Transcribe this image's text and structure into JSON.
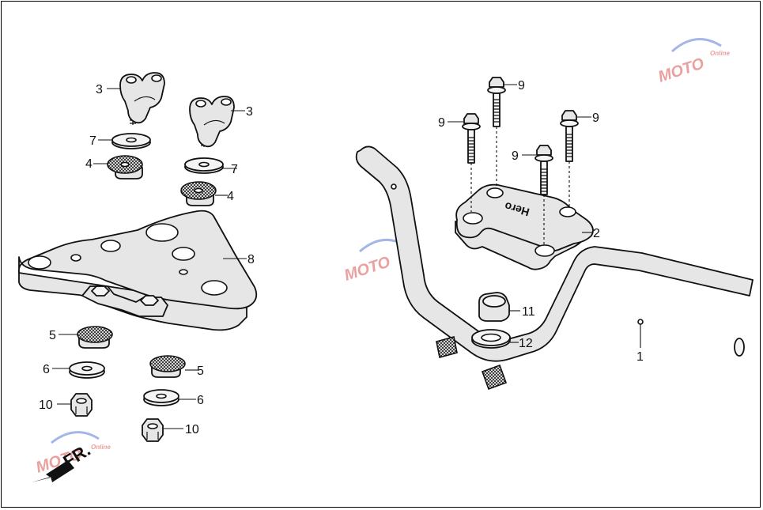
{
  "diagram": {
    "labels": [
      "1",
      "2",
      "3",
      "3",
      "4",
      "4",
      "5",
      "5",
      "6",
      "6",
      "7",
      "7",
      "8",
      "9",
      "9",
      "9",
      "9",
      "10",
      "10",
      "11",
      "12"
    ],
    "logo_text": "Hero",
    "direction_text": "FR.",
    "watermark_text": "MOTO",
    "watermark_sub": "Online",
    "colors": {
      "line": "#111111",
      "fill": "#e6e6e6",
      "watermark_red": "#d9534f",
      "watermark_blue": "#5b7bd5",
      "arrow": "#111111"
    }
  }
}
